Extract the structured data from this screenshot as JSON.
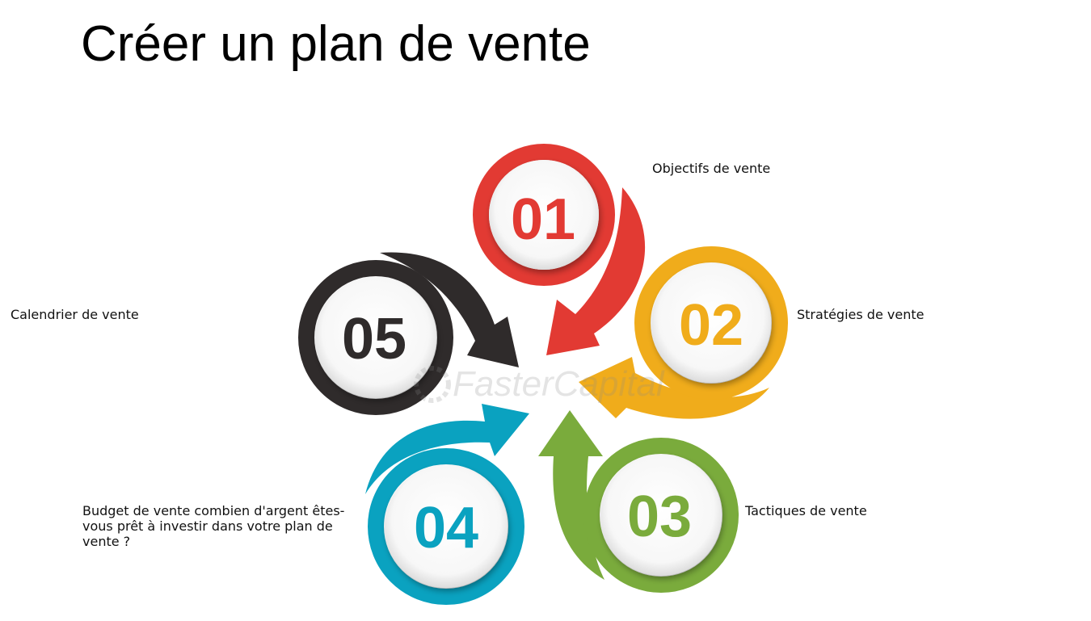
{
  "title": "Créer un plan de vente",
  "steps": [
    {
      "number": "01",
      "label": "Objectifs de vente",
      "color": "#e23a33"
    },
    {
      "number": "02",
      "label": "Stratégies de vente",
      "color": "#f0ac1b"
    },
    {
      "number": "03",
      "label": "Tactiques de vente",
      "color": "#7aab3c"
    },
    {
      "number": "04",
      "label": "Budget de vente   combien d'argent êtes-vous prêt à investir dans votre plan de vente ?",
      "color": "#0aa2c0"
    },
    {
      "number": "05",
      "label": "Calendrier de vente",
      "color": "#2f2b2b"
    }
  ],
  "watermark": "FasterCapital"
}
